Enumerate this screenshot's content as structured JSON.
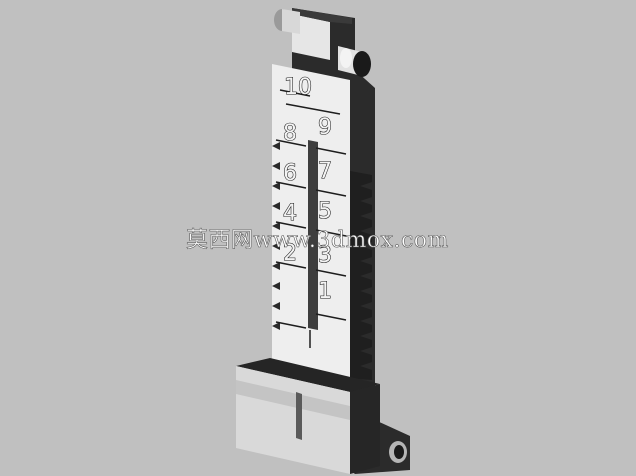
{
  "scale": {
    "left_numbers": [
      "10",
      "8",
      "6",
      "4",
      "2"
    ],
    "right_numbers": [
      "9",
      "7",
      "5",
      "3",
      "1"
    ]
  },
  "watermark": {
    "text": "莫西网www.3dmox.com"
  },
  "colors": {
    "background": "#c0c0c0",
    "body_dark": "#2b2b2b",
    "face_light": "#eeeeee",
    "base_light": "#d9d9d9"
  }
}
